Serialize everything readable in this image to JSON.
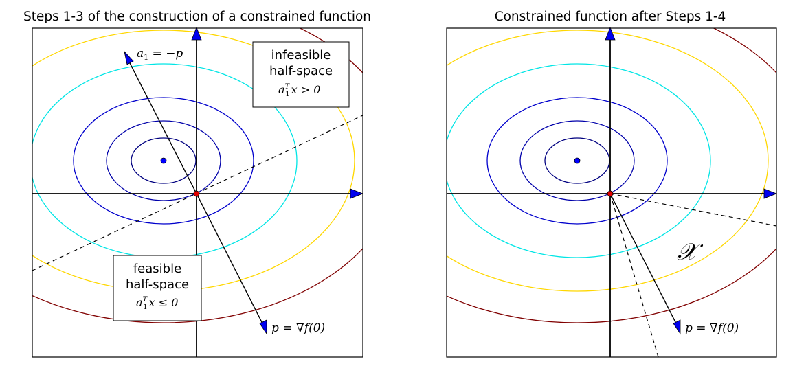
{
  "left_panel": {
    "title": "Steps 1-3 of the construction of a constrained function",
    "vector_a1_label": "a",
    "vector_a1_sub": "1",
    "vector_a1_rest": " = −p",
    "vector_p_label": "p = ∇f(0)",
    "infeasible_box": {
      "line1": "infeasible",
      "line2": "half-space",
      "math_a": "a",
      "math_sup": "T",
      "math_sub": "1",
      "math_rest": "x > 0"
    },
    "feasible_box": {
      "line1": "feasible",
      "line2": "half-space",
      "math_a": "a",
      "math_sup": "T",
      "math_sub": "1",
      "math_rest": "x ≤ 0"
    }
  },
  "right_panel": {
    "title": "Constrained function after Steps 1-4",
    "vector_p_label": "p = ∇f(0)",
    "region_label": "𝒳"
  },
  "colors": {
    "contour_inner": "#000080",
    "contour_mid": "#0000cc",
    "contour_cyan": "#00e5e5",
    "contour_gold": "#ffd700",
    "contour_outer": "#800000",
    "arrow_fill": "#0000ee",
    "center_point": "#0000ff",
    "origin_point": "#e00000"
  }
}
